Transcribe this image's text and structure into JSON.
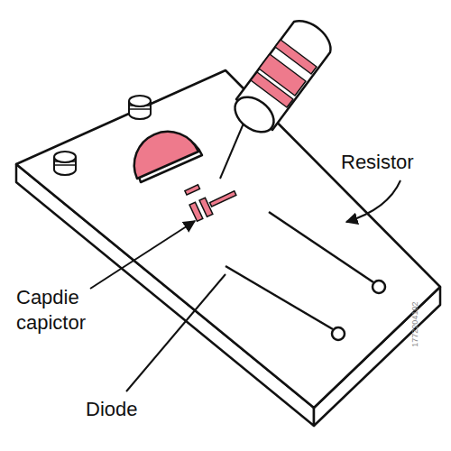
{
  "diagram": {
    "labels": [
      "Resistor",
      "Capdie capictor",
      "Diode",
      "1772204102"
    ]
  }
}
